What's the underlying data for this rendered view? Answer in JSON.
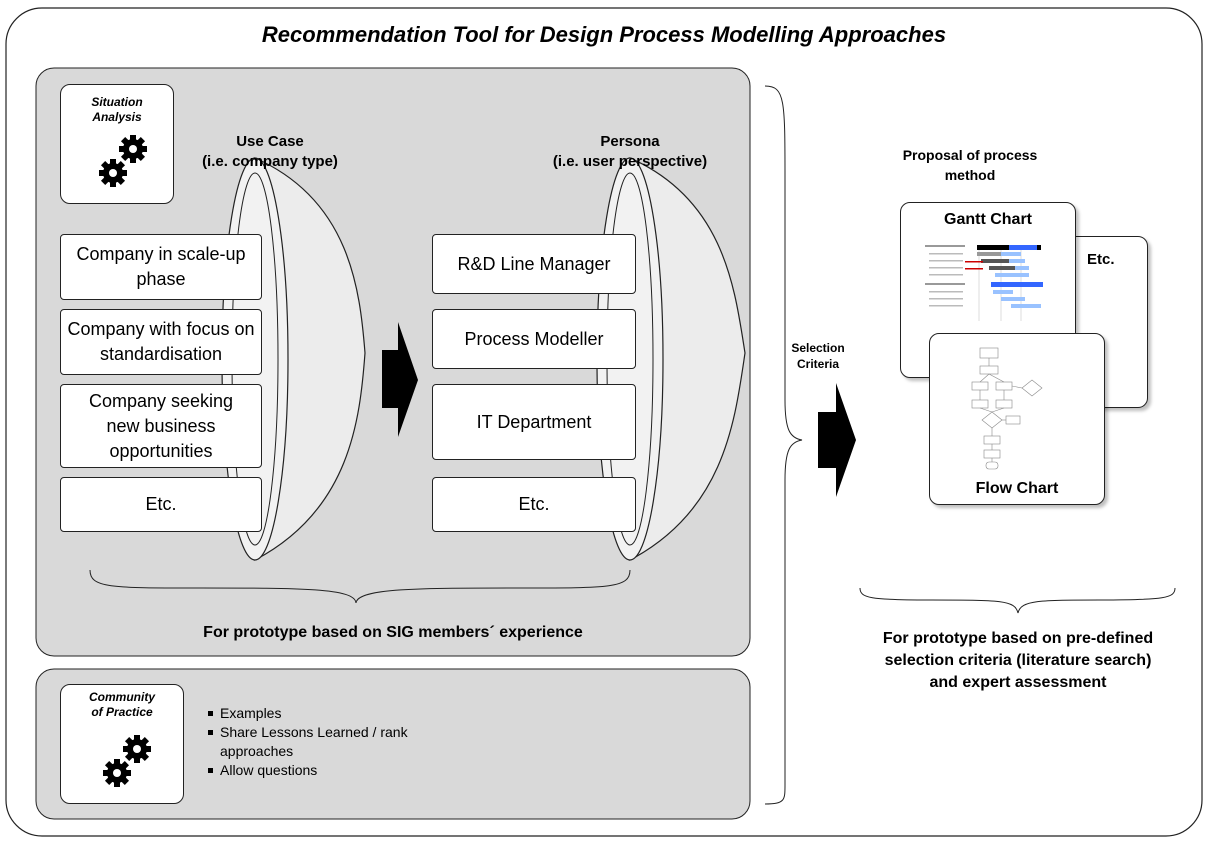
{
  "title": "Recommendation Tool for Design Process Modelling Approaches",
  "situation_analysis": {
    "label_line1": "Situation",
    "label_line2": "Analysis",
    "icon": "gears-icon"
  },
  "use_case": {
    "header_line1": "Use Case",
    "header_line2": "(i.e. company type)",
    "items": [
      "Company in scale-up phase",
      "Company with focus on standardisation",
      "Company seeking new business opportunities",
      "Etc."
    ]
  },
  "persona": {
    "header_line1": "Persona",
    "header_line2": "(i.e. user perspective)",
    "items": [
      "R&D Line Manager",
      "Process Modeller",
      "IT Department",
      "Etc."
    ]
  },
  "prototype_sig": "For prototype based on SIG members´ experience",
  "community": {
    "label_line1": "Community",
    "label_line2": "of Practice",
    "icon": "gears-icon",
    "bullets": [
      "Examples",
      "Share Lessons Learned / rank approaches",
      "Allow questions"
    ]
  },
  "selection_criteria": {
    "line1": "Selection",
    "line2": "Criteria"
  },
  "proposal": {
    "header_line1": "Proposal of process",
    "header_line2": "method",
    "gantt_title": "Gantt Chart",
    "flow_title": "Flow Chart",
    "etc": "Etc."
  },
  "prototype_predefined": {
    "line1": "For prototype based on pre-defined",
    "line2": "selection criteria (literature search)",
    "line3": "and expert assessment"
  },
  "colors": {
    "panel_fill": "#d9d9d9",
    "funnel_fill": "#ececec",
    "gantt_blue": "#3366ff",
    "gantt_light_blue": "#99c2ff",
    "gantt_red": "#cc0000"
  }
}
